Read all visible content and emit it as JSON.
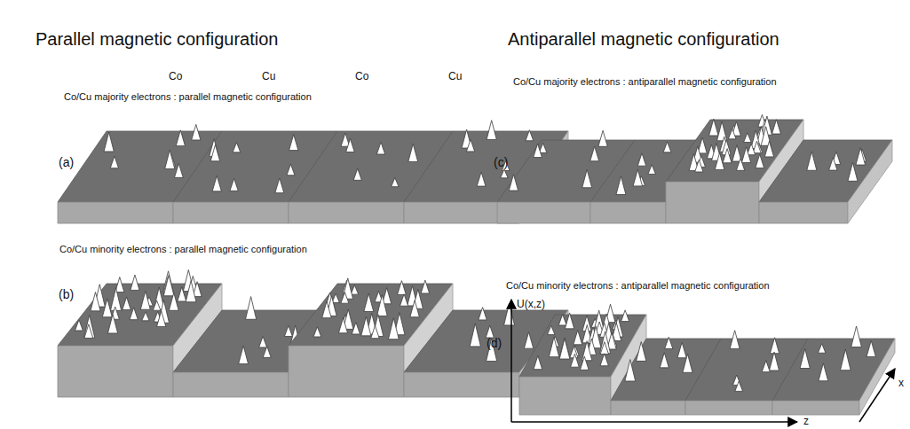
{
  "diagram": {
    "labels": [
      "Parallel magnetic configuration",
      "Co/Cu majority electrons : parallel magnetic configuration",
      "Co",
      "Cu",
      "Co",
      "Cu",
      "(a)",
      "Co/Cu minority electrons : parallel magnetic configuration",
      "(b)",
      "Antiparallel magnetic configuration",
      "Co/Cu majority electrons : antiparallel magnetic configuration",
      "(c)",
      "Co/Cu minority electrons : antiparallel magnetic configuration",
      "U(x,z)",
      "x",
      "z",
      "(d)"
    ]
  }
}
